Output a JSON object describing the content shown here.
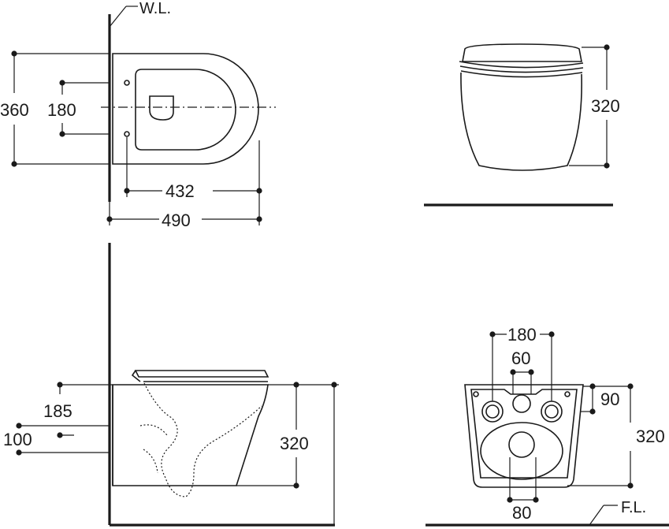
{
  "labels": {
    "wall_line": "W.L.",
    "floor_line": "F.L."
  },
  "top_view": {
    "width_360": "360",
    "fixing_180": "180",
    "length_432": "432",
    "length_490": "490"
  },
  "front_view": {
    "height_320": "320"
  },
  "side_view": {
    "fixing_185": "185",
    "inlet_100": "100",
    "height_320": "320"
  },
  "back_view": {
    "fixing_180": "180",
    "inlet_60": "60",
    "offset_90": "90",
    "height_320": "320",
    "outlet_80": "80"
  }
}
